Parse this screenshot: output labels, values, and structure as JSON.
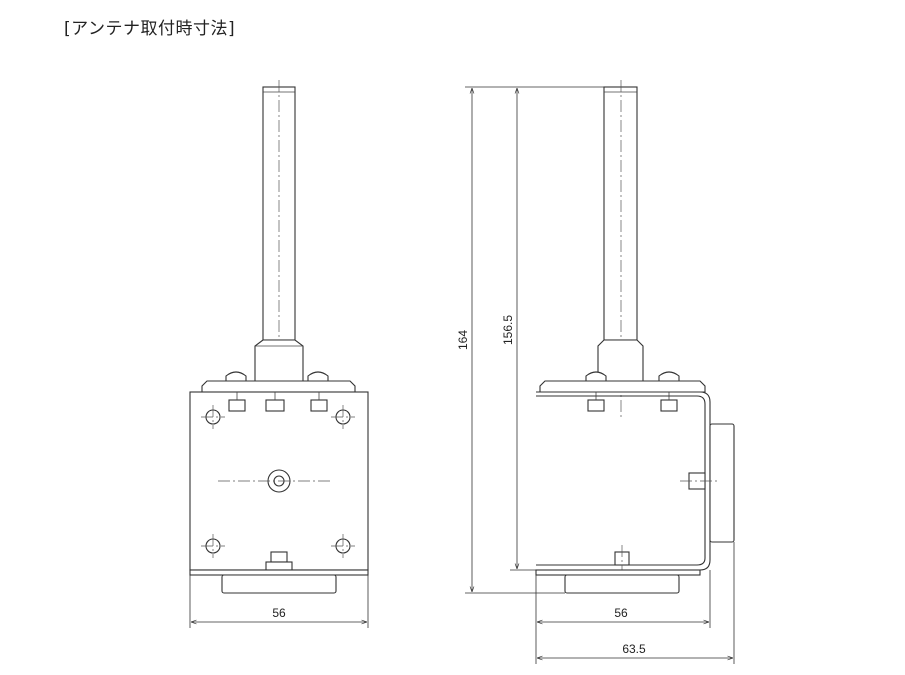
{
  "title": "[アンテナ取付時寸法]",
  "dimensions": {
    "front_width": "56",
    "side_height_total": "164",
    "side_height_inner": "156.5",
    "side_width_inner": "56",
    "side_width_total": "63.5"
  }
}
